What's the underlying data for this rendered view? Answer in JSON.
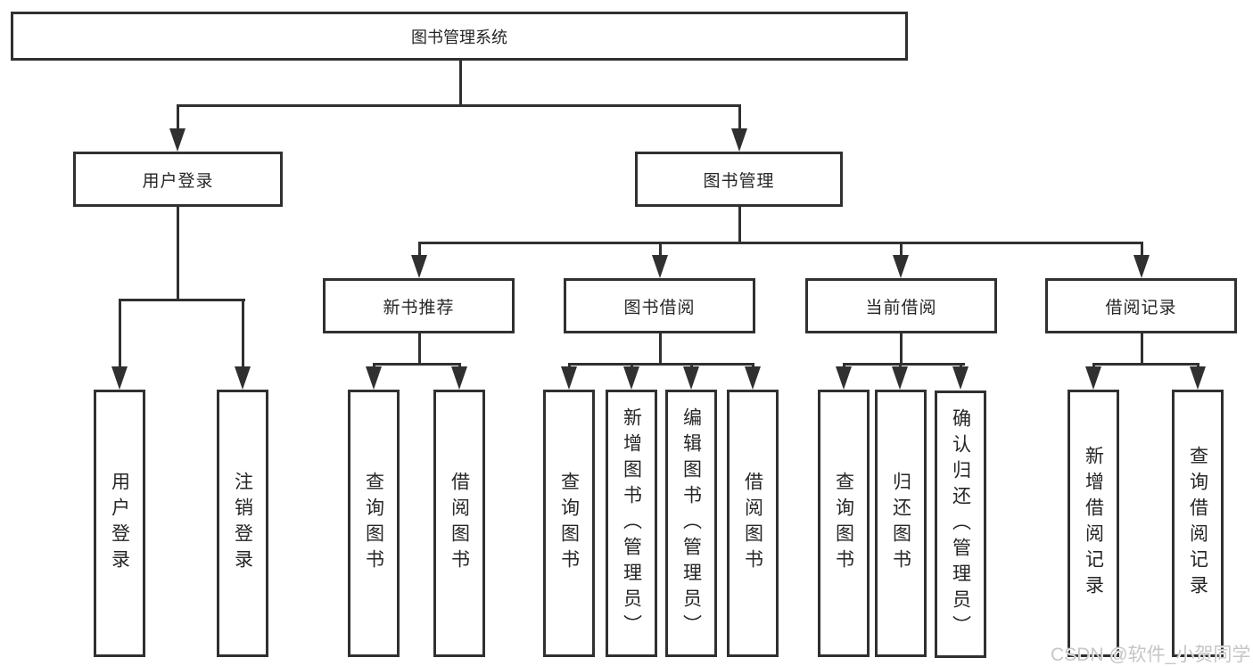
{
  "nodes": {
    "root": "图书管理系统",
    "level2": [
      "用户登录",
      "图书管理"
    ],
    "level3": [
      "新书推荐",
      "图书借阅",
      "当前借阅",
      "借阅记录"
    ],
    "leaves": [
      "用户登录",
      "注销登录",
      "查询图书",
      "借阅图书",
      "查询图书",
      "新增图书（管理员）",
      "编辑图书（管理员）",
      "借阅图书",
      "查询图书",
      "归还图书",
      "确认归还（管理员）",
      "新增借阅记录",
      "查询借阅记录"
    ]
  },
  "watermark": "CSDN @软件_小贺同学",
  "colors": {
    "line": "#303030",
    "border": "#303030",
    "text": "#262626",
    "watermark": "#c6c6c6",
    "background": "#ffffff"
  }
}
